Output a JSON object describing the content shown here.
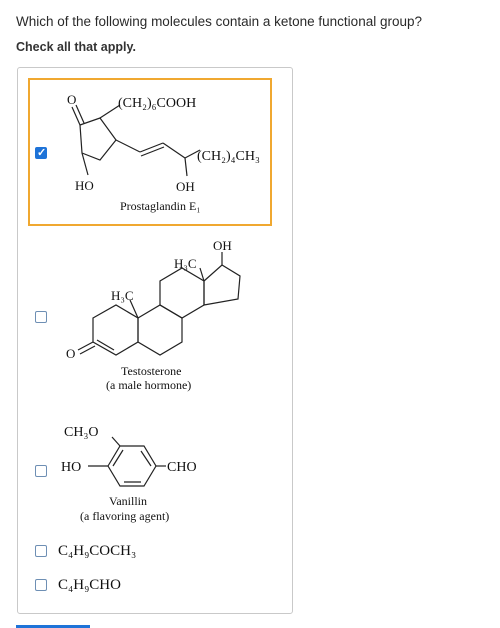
{
  "question": "Which of the following molecules contain a ketone functional group?",
  "instruction": "Check all that apply.",
  "options": [
    {
      "id": "prostaglandin",
      "checked": true,
      "labels": {
        "o": "O",
        "top_chain": "(CH₂)₆COOH",
        "right_chain": "(CH₂)₄CH₃",
        "ho": "HO",
        "oh": "OH",
        "name": "Prostaglandin E₁"
      }
    },
    {
      "id": "testosterone",
      "checked": false,
      "labels": {
        "oh": "OH",
        "h3c_top": "H₃C",
        "h3c_left": "H₃C",
        "o": "O",
        "name": "Testosterone",
        "subtitle": "(a male hormone)"
      }
    },
    {
      "id": "vanillin",
      "checked": false,
      "labels": {
        "ch3o": "CH₃O",
        "ho": "HO",
        "cho": "CHO",
        "name": "Vanillin",
        "subtitle": "(a flavoring agent)"
      }
    },
    {
      "id": "c4h9coch3",
      "checked": false,
      "text": "C₄H₉COCH₃"
    },
    {
      "id": "c4h9cho",
      "checked": false,
      "text": "C₄H₉CHO"
    }
  ]
}
